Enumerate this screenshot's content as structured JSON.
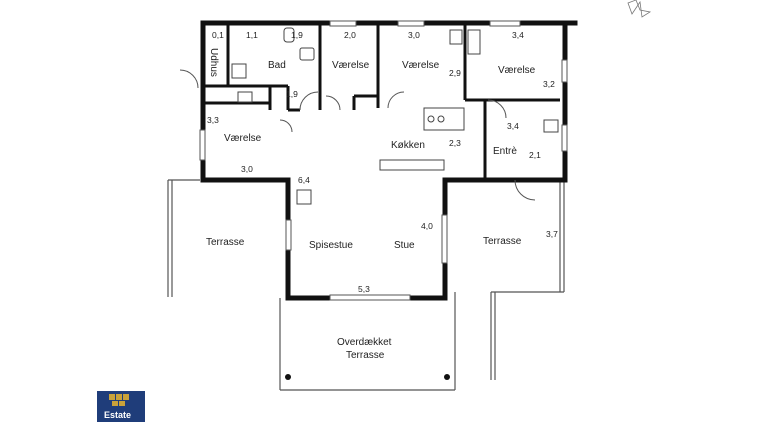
{
  "rooms": {
    "udhus": "Udhus",
    "bad": "Bad",
    "vaerelse_1": "Værelse",
    "vaerelse_2": "Værelse",
    "vaerelse_3": "Værelse",
    "vaerelse_4": "Værelse",
    "koekken": "Køkken",
    "entre": "Entrè",
    "spisestue": "Spisestue",
    "stue": "Stue",
    "terrasse_west": "Terrasse",
    "terrasse_east": "Terrasse",
    "overdaekket_1": "Overdækket",
    "overdaekket_2": "Terrasse"
  },
  "dimensions": {
    "d01": "0,1",
    "d11": "1,1",
    "d19a": "1,9",
    "d19b": "1,9",
    "d20": "2,0",
    "d30a": "3,0",
    "d34a": "3,4",
    "d29": "2,9",
    "d32": "3,2",
    "d34b": "3,4",
    "d33": "3,3",
    "d23": "2,3",
    "d21": "2,1",
    "d30b": "3,0",
    "d64": "6,4",
    "d40": "4,0",
    "d37": "3,7",
    "d53": "5,3"
  },
  "logo": {
    "text": "Estate"
  },
  "colors": {
    "wall": "#111111",
    "thin_line": "#555555",
    "logo_bg": "#1f3d7a",
    "logo_mark": "#c9a23a"
  }
}
